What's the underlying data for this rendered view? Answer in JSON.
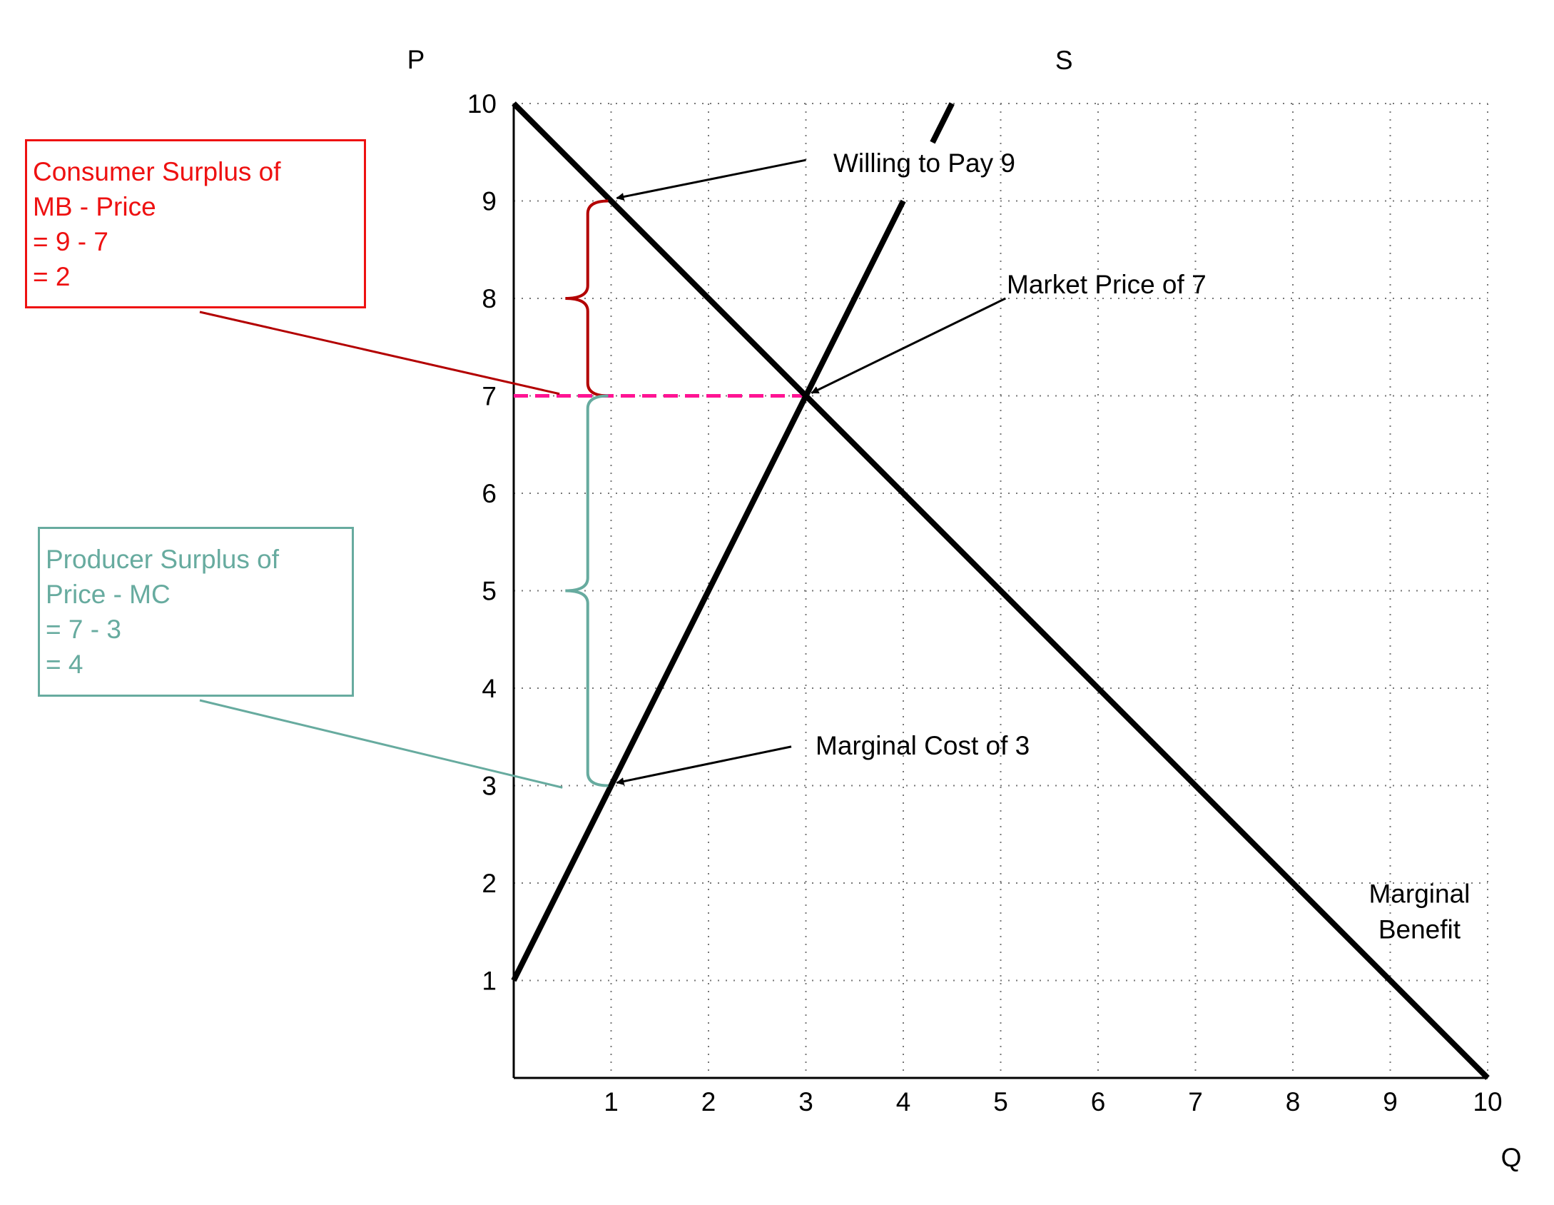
{
  "chart_data": {
    "type": "line",
    "xlabel": "Q",
    "ylabel": "P",
    "xlim": [
      0,
      10
    ],
    "ylim": [
      0,
      10
    ],
    "grid": true,
    "x_ticks": [
      "1",
      "2",
      "3",
      "4",
      "5",
      "6",
      "7",
      "8",
      "9",
      "10"
    ],
    "y_ticks": [
      "1",
      "2",
      "3",
      "4",
      "5",
      "6",
      "7",
      "8",
      "9",
      "10"
    ],
    "series": [
      {
        "name": "S",
        "x": [
          0,
          4.5
        ],
        "y": [
          1,
          10
        ],
        "color": "#000000"
      },
      {
        "name": "Marginal Benefit",
        "x": [
          0,
          10
        ],
        "y": [
          10,
          0
        ],
        "color": "#000000"
      }
    ],
    "market_price": {
      "y": 7,
      "color": "#ff1493"
    },
    "annotations": [
      {
        "text": "Willing to Pay 9",
        "points_to": [
          1,
          9
        ]
      },
      {
        "text": "Market Price of 7",
        "points_to": [
          3,
          7
        ]
      },
      {
        "text": "Marginal Cost of 3",
        "points_to": [
          1,
          3
        ]
      }
    ],
    "consumer_surplus": {
      "range": [
        7,
        9
      ],
      "color": "#ee1111",
      "lines": [
        "Consumer Surplus of",
        "MB - Price",
        "= 9 - 7",
        "= 2"
      ]
    },
    "producer_surplus": {
      "range": [
        3,
        7
      ],
      "color": "#67ab9f",
      "lines": [
        "Producer Surplus of",
        "Price - MC",
        "= 7 - 3",
        "= 4"
      ]
    }
  }
}
